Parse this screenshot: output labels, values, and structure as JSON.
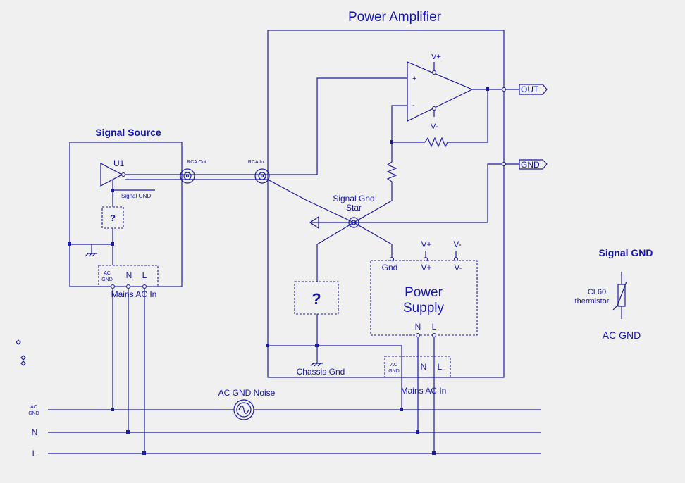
{
  "labels": {
    "power_amplifier": "Power Amplifier",
    "signal_source": "Signal Source",
    "u1": "U1",
    "signal_gnd_small": "Signal GND",
    "rca_out": "RCA Out",
    "rca_in": "RCA In",
    "opamp_plus": "+",
    "opamp_minus": "-",
    "opamp_vplus": "V+",
    "opamp_vminus": "V-",
    "out_port": "OUT",
    "gnd_port": "GND",
    "star_line1": "Signal Gnd",
    "star_line2": "Star",
    "unknown_small": "?",
    "unknown_big": "?",
    "ps_gnd": "Gnd",
    "ps_vplus": "V+",
    "ps_vminus": "V-",
    "ps_vplus_top": "V+",
    "ps_vminus_top": "V-",
    "ps_title_line1": "Power",
    "ps_title_line2": "Supply",
    "ps_n": "N",
    "ps_l": "L",
    "src_ac_gnd_1": "AC",
    "src_ac_gnd_2": "GND",
    "src_n": "N",
    "src_l": "L",
    "src_mains": "Mains AC In",
    "amp_ac_gnd_1": "AC",
    "amp_ac_gnd_2": "GND",
    "amp_n": "N",
    "amp_l": "L",
    "amp_mains": "Mains AC In",
    "chassis_gnd": "Chassis Gnd",
    "ac_gnd_noise": "AC GND Noise",
    "rail_ac_1": "AC",
    "rail_ac_2": "GND",
    "rail_n": "N",
    "rail_l": "L",
    "legend_signal_gnd": "Signal GND",
    "legend_cl60_line1": "CL60",
    "legend_cl60_line2": "thermistor",
    "legend_ac_gnd": "AC GND"
  }
}
